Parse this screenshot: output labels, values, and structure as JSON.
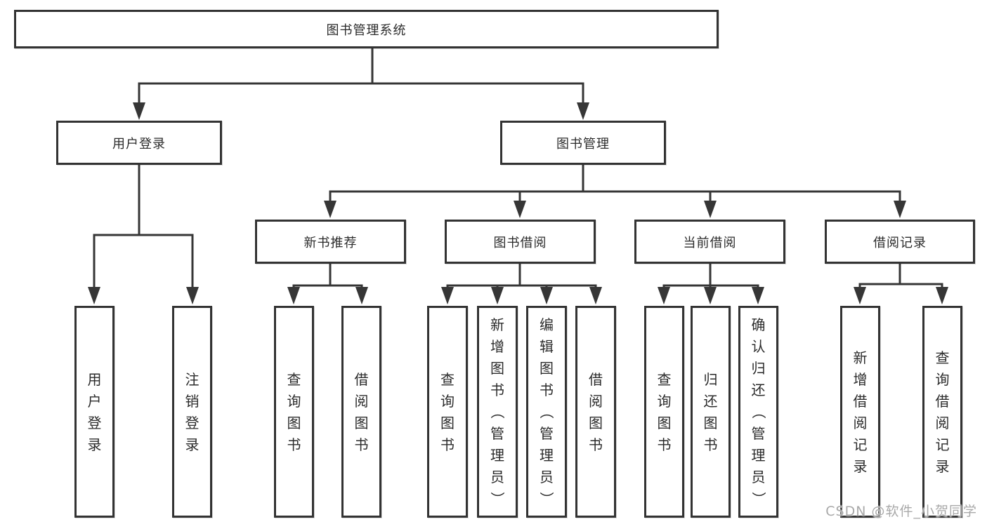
{
  "tree": {
    "root": "图书管理系统",
    "branches": [
      {
        "label": "用户登录",
        "leaves": [
          "用户登录",
          "注销登录"
        ]
      },
      {
        "label": "图书管理",
        "groups": [
          {
            "label": "新书推荐",
            "leaves": [
              "查询图书",
              "借阅图书"
            ]
          },
          {
            "label": "图书借阅",
            "leaves": [
              "查询图书",
              "新增图书（管理员）",
              "编辑图书（管理员）",
              "借阅图书"
            ]
          },
          {
            "label": "当前借阅",
            "leaves": [
              "查询图书",
              "归还图书",
              "确认归还（管理员）"
            ]
          },
          {
            "label": "借阅记录",
            "leaves": [
              "新增借阅记录",
              "查询借阅记录"
            ]
          }
        ]
      }
    ]
  },
  "watermark": "CSDN @软件_小贺同学",
  "colors": {
    "line": "#363636",
    "box_border": "#333333",
    "text": "#2b2b2b",
    "background": "#ffffff",
    "watermark": "#a9a9a9"
  }
}
